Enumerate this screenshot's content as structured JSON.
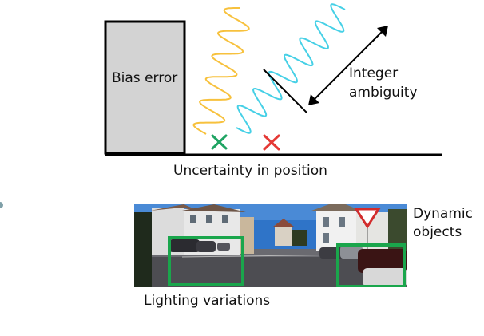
{
  "labels": {
    "bias_error": "Bias error",
    "integer_ambiguity_line1": "Integer",
    "integer_ambiguity_line2": "ambiguity",
    "uncertainty": "Uncertainty in position",
    "lighting": "Lighting variations",
    "dynamic_line1": "Dynamic",
    "dynamic_line2": "objects"
  },
  "colors": {
    "bias_box_fill": "#d3d3d3",
    "wave_orange": "#f7c13d",
    "wave_cyan": "#46d0e6",
    "green_marker": "#1fa463",
    "red_marker": "#e53935",
    "highlight_box": "#1aa64c",
    "sky": "#2f74c8"
  },
  "icons": [
    "green-cross-icon",
    "red-cross-icon",
    "yield-sign-icon"
  ]
}
